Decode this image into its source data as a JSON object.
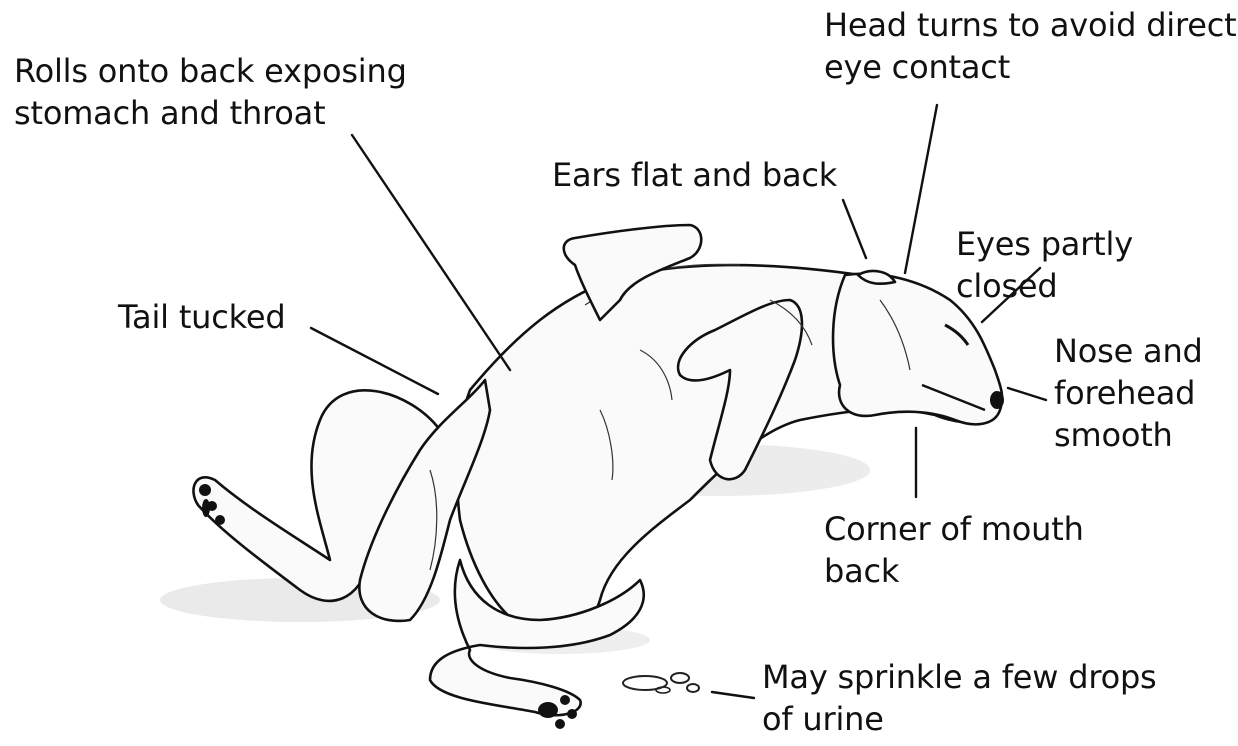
{
  "annotations": {
    "head_turns": "Head turns to avoid direct\neye contact",
    "rolls_onto_back": "Rolls onto back exposing\nstomach and throat",
    "ears": "Ears flat and back",
    "eyes": "Eyes partly closed",
    "tail": "Tail tucked",
    "nose": "Nose and\nforehead\nsmooth",
    "mouth": "Corner of mouth\nback",
    "urine": "May sprinkle a few drops\nof urine"
  }
}
